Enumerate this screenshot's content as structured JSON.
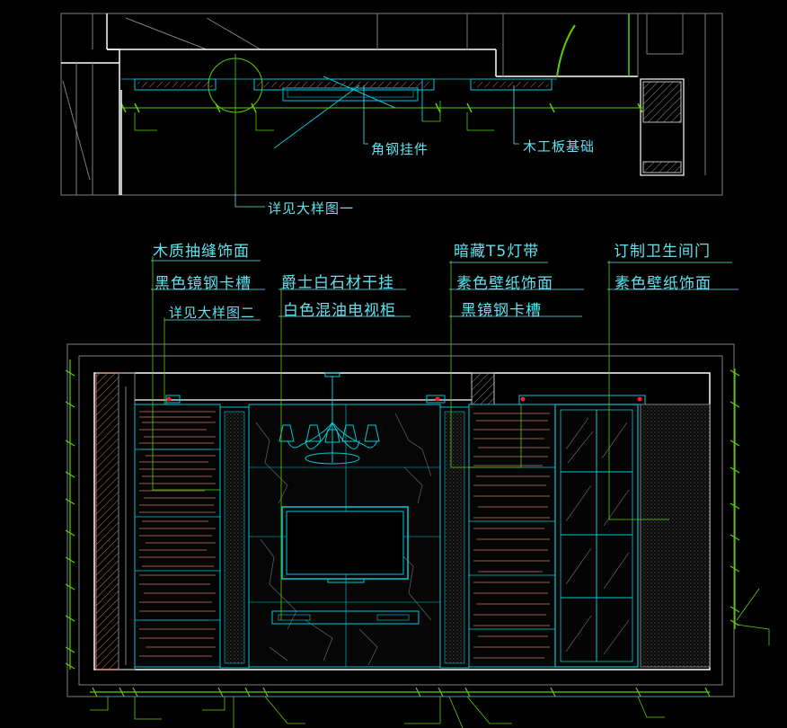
{
  "plan_labels": {
    "angle_steel_hanger": "角钢挂件",
    "wood_board_base": "木工板基础",
    "detail_one": "详见大样图一"
  },
  "elevation_labels": {
    "wood_groove_finish": "木质抽缝饰面",
    "black_mirror_steel_slot": "黑色镜钢卡槽",
    "detail_two": "详见大样图二",
    "jazz_white_stone_dry_hang": "爵士白石材干挂",
    "white_paint_tv_cabinet": "白色混油电视柜",
    "hidden_t5_light_strip": "暗藏T5灯带",
    "plain_wallpaper_finish_a": "素色壁纸饰面",
    "black_mirror_slot": "黑镜钢卡槽",
    "custom_bathroom_door": "订制卫生间门",
    "plain_wallpaper_finish_b": "素色壁纸饰面"
  },
  "colors": {
    "background": "#000000",
    "label": "#5fe3f0",
    "white_line": "#ffffff",
    "cyan_line": "#00c8d8",
    "green_line": "#58d000",
    "gray_line": "#7f7f7f",
    "brown_hatch": "#c87860",
    "red_marker": "#ff2020"
  }
}
